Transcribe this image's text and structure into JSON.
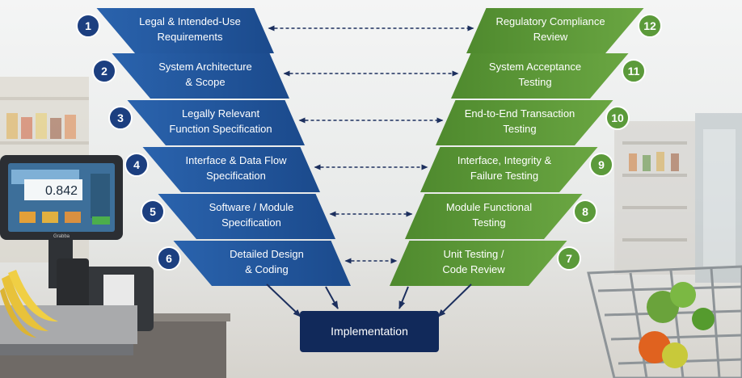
{
  "left_steps": [
    {
      "number": "1",
      "line1": "Legal & Intended-Use",
      "line2": "Requirements"
    },
    {
      "number": "2",
      "line1": "System Architecture",
      "line2": "& Scope"
    },
    {
      "number": "3",
      "line1": "Legally Relevant",
      "line2": "Function Specification"
    },
    {
      "number": "4",
      "line1": "Interface & Data Flow",
      "line2": "Specification"
    },
    {
      "number": "5",
      "line1": "Software / Module",
      "line2": "Specification"
    },
    {
      "number": "6",
      "line1": "Detailed Design",
      "line2": "& Coding"
    }
  ],
  "right_steps": [
    {
      "number": "12",
      "line1": "Regulatory Compliance",
      "line2": "Review"
    },
    {
      "number": "11",
      "line1": "System Acceptance",
      "line2": "Testing"
    },
    {
      "number": "10",
      "line1": "End-to-End Transaction",
      "line2": "Testing"
    },
    {
      "number": "9",
      "line1": "Interface, Integrity &",
      "line2": "Failure Testing"
    },
    {
      "number": "8",
      "line1": "Module Functional",
      "line2": "Testing"
    },
    {
      "number": "7",
      "line1": "Unit Testing /",
      "line2": "Code Review"
    }
  ],
  "center": {
    "label": "Implementation"
  },
  "scale_display": {
    "value": "0.842",
    "brand": "Grabba"
  },
  "colors": {
    "left_fill": "#1f4f94",
    "right_fill": "#5f9a3a",
    "badge_left": "#1c3f80",
    "badge_right": "#5b9a3a",
    "center_fill": "#11295a",
    "arrow": "#1c2f5e"
  }
}
